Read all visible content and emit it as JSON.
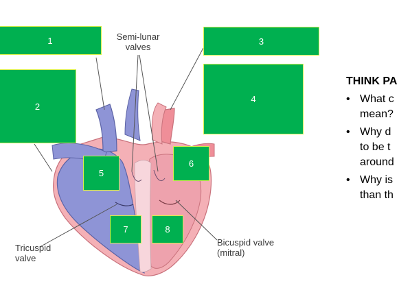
{
  "diagram": {
    "labels": {
      "semilunar_line1": "Semi-lunar",
      "semilunar_line2": "valves",
      "tricuspid_line1": "Tricuspid",
      "tricuspid_line2": "valve",
      "bicuspid_line1": "Bicuspid valve",
      "bicuspid_line2": "(mitral)"
    },
    "boxes": [
      "1",
      "2",
      "3",
      "4",
      "5",
      "6",
      "7",
      "8"
    ],
    "colors": {
      "box_fill": "#00b050",
      "box_border": "#d8f04a",
      "deoxygenated": "#8e94d6",
      "oxygenated": "#ee9aa6"
    }
  },
  "think": {
    "title": "THINK PA",
    "bullets": [
      {
        "line1": "What c",
        "line2": "mean?"
      },
      {
        "line1": "Why d",
        "line2": "to be t",
        "line3": "around"
      },
      {
        "line1": "Why is",
        "line2": "than th"
      }
    ],
    "bullet_symbol": "•"
  }
}
